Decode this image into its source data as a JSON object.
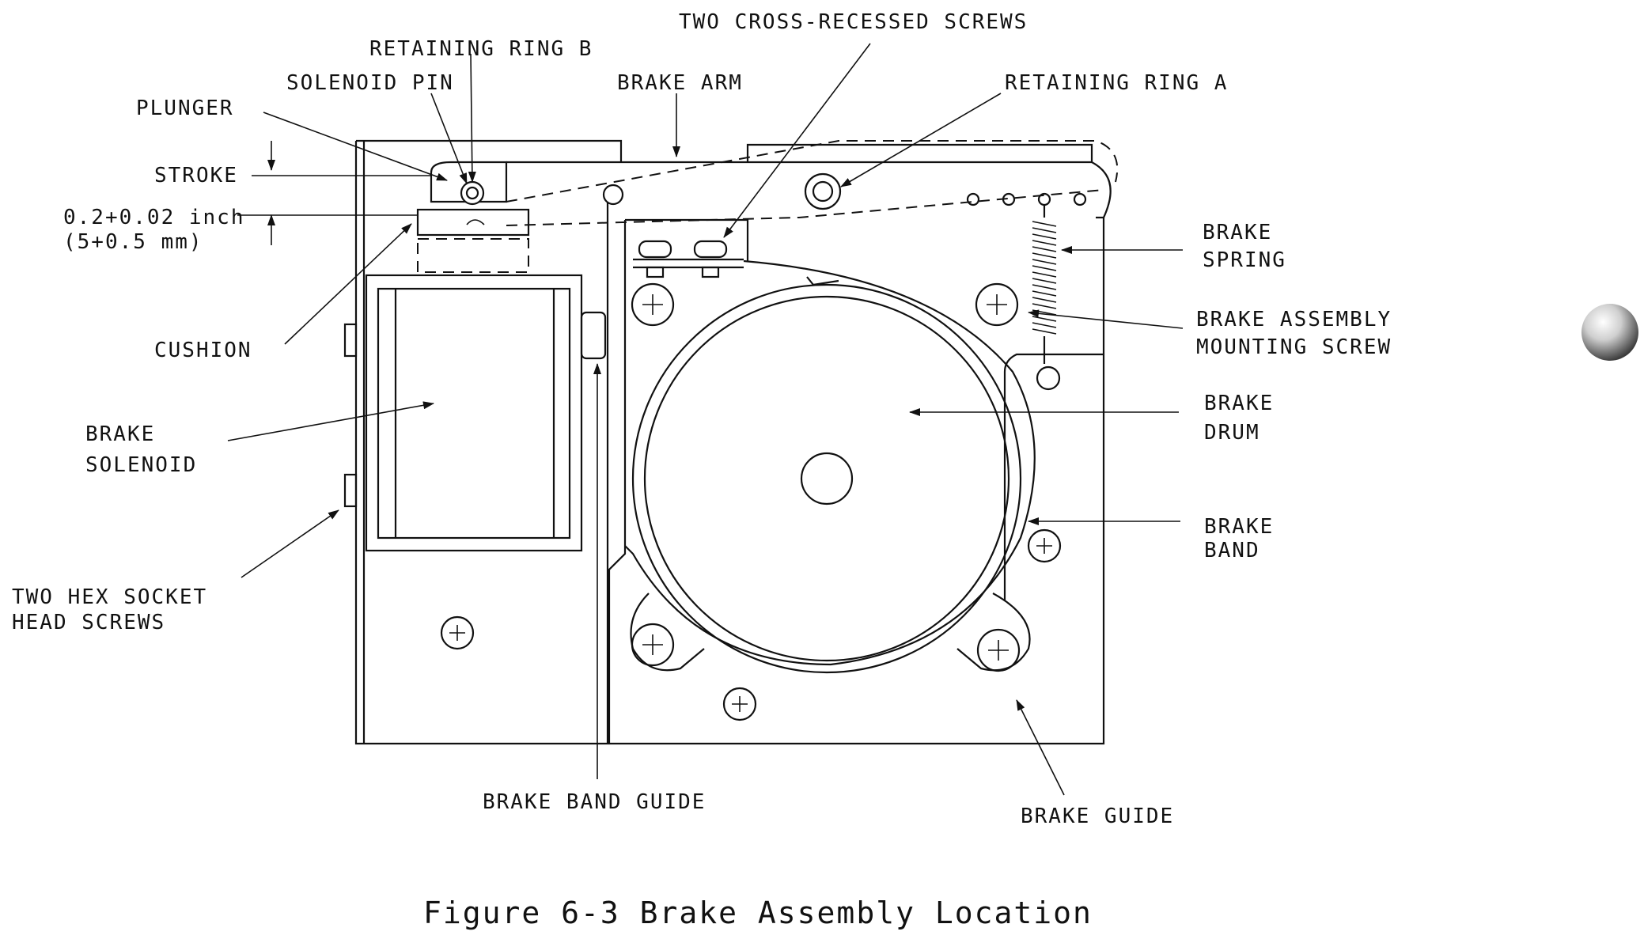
{
  "labels": {
    "two_cross_recessed_screws": "TWO CROSS-RECESSED SCREWS",
    "retaining_ring_b": "RETAINING RING B",
    "solenoid_pin": "SOLENOID PIN",
    "brake_arm": "BRAKE ARM",
    "retaining_ring_a": "RETAINING RING A",
    "plunger": "PLUNGER",
    "stroke": "STROKE",
    "stroke_value_inch": "0.2+0.02 inch",
    "stroke_value_mm": "(5+0.5 mm)",
    "brake_spring_line1": "BRAKE",
    "brake_spring_line2": "SPRING",
    "brake_assembly_mounting_screw_line1": "BRAKE ASSEMBLY",
    "brake_assembly_mounting_screw_line2": "MOUNTING SCREW",
    "cushion": "CUSHION",
    "brake_drum_line1": "BRAKE",
    "brake_drum_line2": "DRUM",
    "brake_solenoid_line1": "BRAKE",
    "brake_solenoid_line2": "SOLENOID",
    "brake_band_line1": "BRAKE",
    "brake_band_line2": "BAND",
    "two_hex_socket_line1": "TWO HEX SOCKET",
    "two_hex_socket_line2": "HEAD SCREWS",
    "brake_band_guide": "BRAKE BAND GUIDE",
    "brake_guide": "BRAKE GUIDE"
  },
  "caption": "Figure 6-3  Brake Assembly Location"
}
